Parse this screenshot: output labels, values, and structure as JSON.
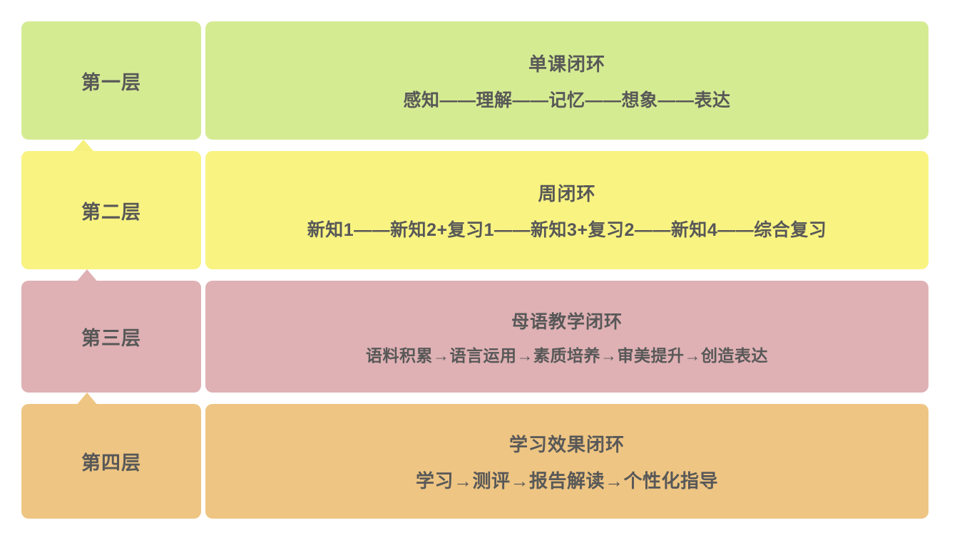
{
  "diagram": {
    "title": "",
    "colors": {
      "layer1": "#d5eb92",
      "layer2": "#f9f382",
      "layer3": "#dfb1b4",
      "layer4": "#eec583",
      "text": "#585858",
      "background": "#ffffff"
    },
    "layers": [
      {
        "label": "第一层",
        "title": "单课闭环",
        "flow": "感知——理解——记忆——想象——表达",
        "color": "#d5eb92"
      },
      {
        "label": "第二层",
        "title": "周闭环",
        "flow": "新知1——新知2+复习1——新知3+复习2——新知4——综合复习",
        "color": "#f9f382"
      },
      {
        "label": "第三层",
        "title": "母语教学闭环",
        "flow": "语料积累→语言运用→素质培养→审美提升→创造表达",
        "color": "#dfb1b4"
      },
      {
        "label": "第四层",
        "title": "学习效果闭环",
        "flow": "学习→测评→报告解读→个性化指导",
        "color": "#eec583"
      }
    ]
  }
}
